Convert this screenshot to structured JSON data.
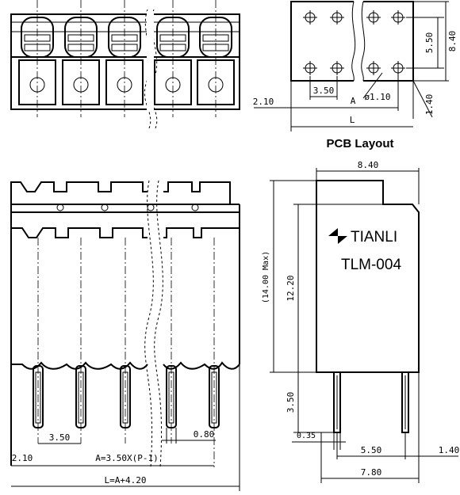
{
  "pcb_layout": {
    "title": "PCB Layout",
    "dims": {
      "pitch": "3.50",
      "row_spacing": "5.50",
      "height": "8.40",
      "edge_offset": "2.10",
      "hole": "ø1.10",
      "a": "A",
      "l": "L",
      "bottom": "1.40"
    }
  },
  "front_view": {
    "dims": {
      "pitch": "3.50",
      "pin_width": "0.80",
      "edge_offset": "2.10",
      "a_formula": "A=3.50X(P-1)",
      "l_formula": "L=A+4.20"
    }
  },
  "side_view": {
    "brand": "TIANLI",
    "part_number": "TLM-004",
    "dims": {
      "width": "8.40",
      "max_height": "(14.00 Max)",
      "body_height": "12.20",
      "pin_length": "3.50",
      "pin_thickness": "0.35",
      "pin_spacing": "5.50",
      "bottom_offset": "1.40",
      "footprint_width": "7.80"
    }
  }
}
